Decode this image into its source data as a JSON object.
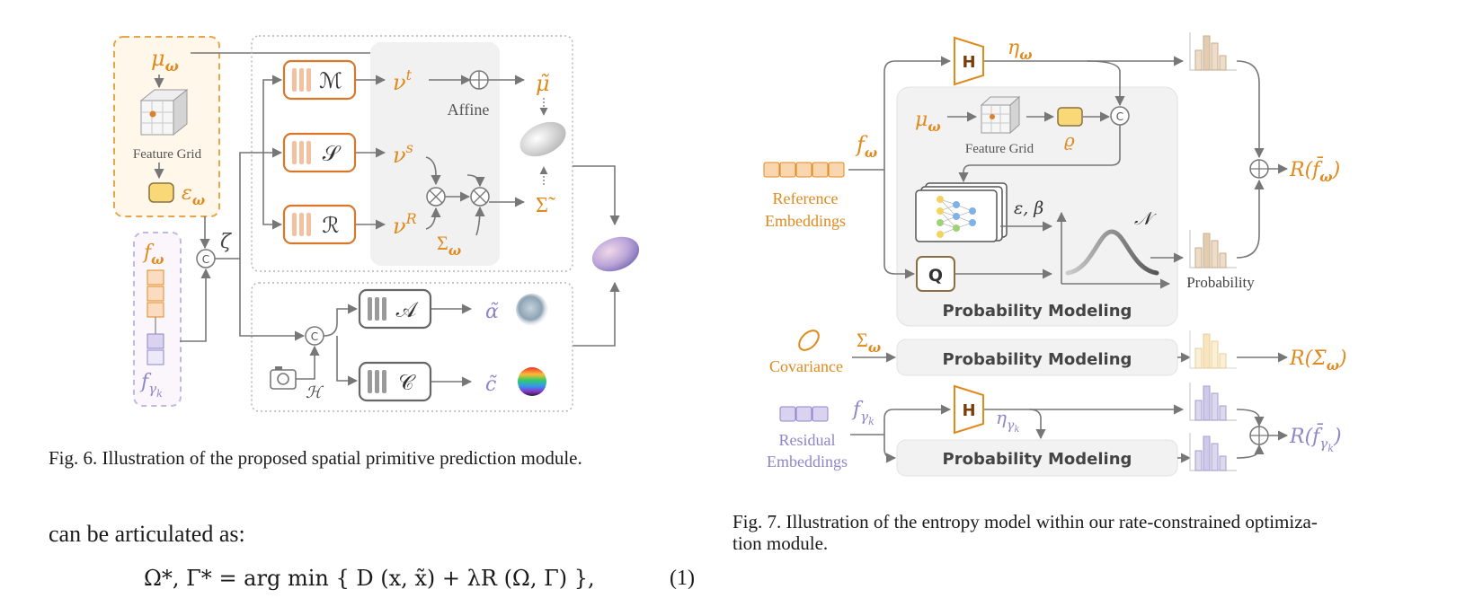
{
  "fig6": {
    "caption": "Fig. 6.  Illustration of the proposed spatial primitive prediction module.",
    "mu_omega": "μ",
    "omega": "ω",
    "feature_grid": "Feature Grid",
    "epsilon": "ε",
    "zeta": "ζ",
    "f": "f",
    "gamma_k": "γ",
    "k": "k",
    "M": "ℳ",
    "S": "𝒮",
    "R": "ℛ",
    "A": "𝒜",
    "C": "𝒞",
    "nu": "ν",
    "t": "t",
    "s": "s",
    "R_sup": "R",
    "affine": "Affine",
    "mu_tilde": "μ̃",
    "Sigma_tilde": "Σ̃",
    "Sigma": "Σ",
    "alpha_tilde": "α̃",
    "c_tilde": "c̃",
    "H_cal": "ℋ",
    "concat": "C"
  },
  "fig7": {
    "caption_line1": "Fig. 7.  Illustration of the entropy model within our rate-constrained optimiza-",
    "caption_line2": "tion module.",
    "H": "H",
    "eta": "η",
    "f": "f",
    "omega": "ω",
    "ref_emb_1": "Reference",
    "ref_emb_2": "Embeddings",
    "mu": "μ",
    "feature_grid": "Feature Grid",
    "rho": "ϱ",
    "concat": "C",
    "eps_beta": "ε, β",
    "normal": "𝒩",
    "Q": "Q",
    "probability": "Probability",
    "prob_modeling": "Probability Modeling",
    "covariance": "Covariance",
    "Sigma": "Σ",
    "resid_emb_1": "Residual",
    "resid_emb_2": "Embeddings",
    "gamma_k": "γ",
    "k": "k",
    "R_f_omega": "R(f̄",
    "R_Sigma": "R(Σ̄",
    "R_f_gamma": "R(f̄",
    "close": ")"
  },
  "body_text": {
    "line1": "can be articulated as:",
    "equation": "Ω*, Γ* = arg min { D (x, x̃) + λR (Ω, Γ) },",
    "eq_number": "(1)"
  },
  "colors": {
    "orange": "#e08a1e",
    "orange_light": "#f6c9a8",
    "purple": "#8f86c9",
    "gray": "#777777"
  }
}
